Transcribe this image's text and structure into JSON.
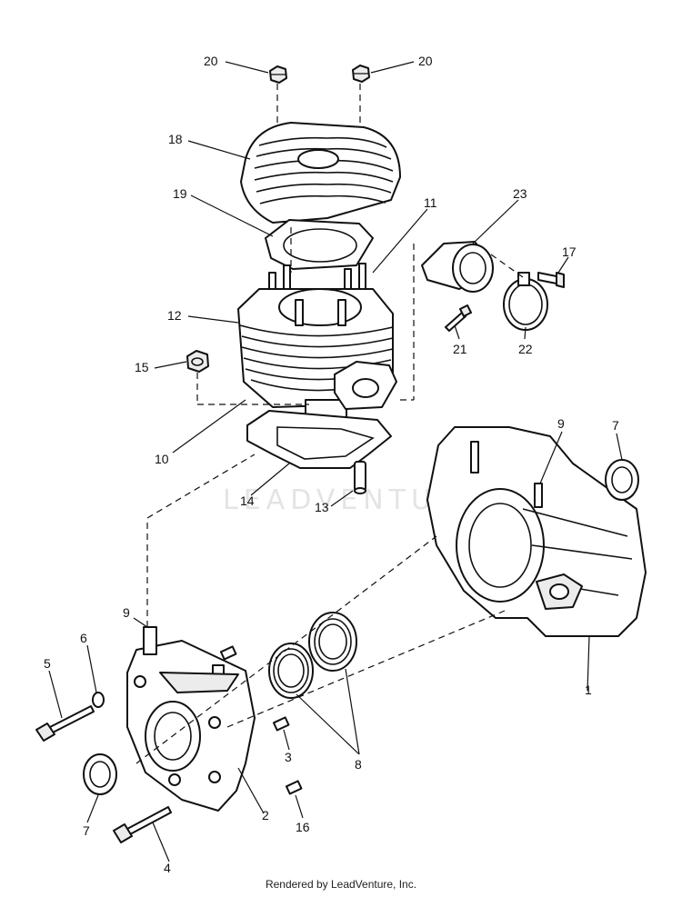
{
  "watermark": "LEADVENTURE",
  "footer": "Rendered by LeadVenture, Inc.",
  "callouts": {
    "c20a": "20",
    "c20b": "20",
    "c18": "18",
    "c19": "19",
    "c11": "11",
    "c23": "23",
    "c17": "17",
    "c12": "12",
    "c15": "15",
    "c21": "21",
    "c22": "22",
    "c10": "10",
    "c9a": "9",
    "c7a": "7",
    "c14": "14",
    "c13": "13",
    "c9b": "9",
    "c6": "6",
    "c5": "5",
    "c1": "1",
    "c3": "3",
    "c8": "8",
    "c2": "2",
    "c7b": "7",
    "c16": "16",
    "c4": "4"
  }
}
